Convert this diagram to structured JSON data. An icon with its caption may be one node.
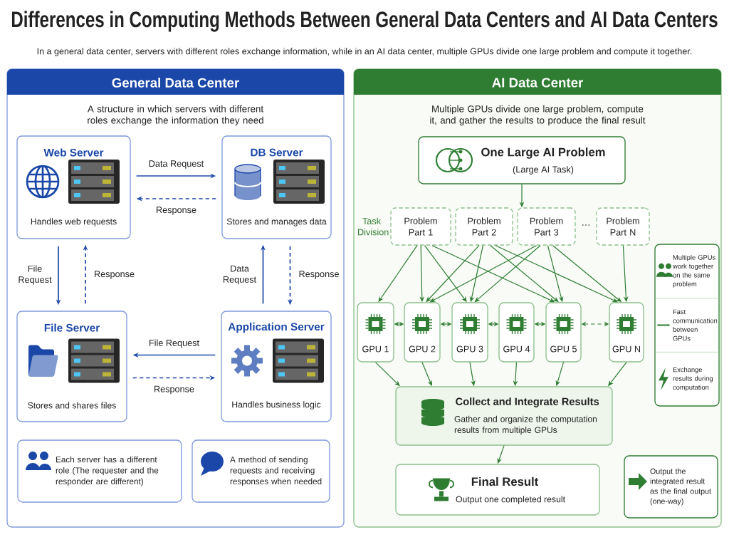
{
  "diagram": {
    "title": "Differences in Computing Methods Between General Data Centers and AI Data Centers",
    "nodes": [
      {
        "text": [
          "General Data Center",
          "A structure in which servers with different roles exchange the information they need"
        ]
      },
      {
        "text": [
          "Web Server",
          "Handles web requests"
        ],
        "in": 0
      },
      {
        "text": [
          "DB Server",
          "Stores and manages data"
        ],
        "in": 0
      },
      {
        "text": [
          "File Server",
          "Stores and shares files"
        ],
        "in": 0
      },
      {
        "text": [
          "Application Server",
          "Handles business logic"
        ],
        "in": 0
      },
      {
        "text": [
          "Each server has a different role (The requester and the responder are different)"
        ],
        "in": 0
      },
      {
        "text": [
          "A method of sending requests and receiving responses when needed"
        ],
        "in": 0
      },
      {
        "text": [
          "AI Data Center",
          "Multiple GPUs divide one large problem, compute it, and gather the results to produce the final result"
        ]
      },
      {
        "text": [
          "One Large AI Problem",
          "(Large AI Task)"
        ],
        "in": 7
      },
      {
        "text": [
          "Problem Part 1"
        ],
        "in": 7,
        "beside": [
          "Task Division"
        ]
      },
      {
        "text": [
          "Problem Part 2"
        ],
        "in": 7
      },
      {
        "text": [
          "Problem Part 3"
        ],
        "in": 7
      },
      {
        "text": [
          "Problem Part N"
        ],
        "in": 7
      },
      {
        "text": [
          "GPU 1"
        ],
        "in": 7
      },
      {
        "text": [
          "GPU 2"
        ],
        "in": 7
      },
      {
        "text": [
          "GPU 3"
        ],
        "in": 7
      },
      {
        "text": [
          "GPU 4"
        ],
        "in": 7
      },
      {
        "text": [
          "GPU 5"
        ],
        "in": 7
      },
      {
        "text": [
          "GPU N"
        ],
        "in": 7
      },
      {
        "text": [
          "Collect and Integrate Results",
          "Gather and organize the computation results from multiple GPUs"
        ],
        "in": 7
      },
      {
        "text": [
          "Final Result",
          "Output one completed result"
        ],
        "in": 7
      },
      {
        "text": [
          "Multiple GPUs work together on the same problem",
          "Fast communication between GPUs",
          "Exchange results during computation"
        ],
        "in": 7
      },
      {
        "text": [
          "Output the integrated result as the final output (one-way)"
        ],
        "in": 7
      }
    ],
    "edges": [
      {
        "from": 1,
        "to": 2,
        "arrow": "to",
        "label": "Data Request",
        "color": "#1f4aa8"
      },
      {
        "from": 2,
        "to": 1,
        "arrow": "to",
        "label": "Response",
        "style": "dashed",
        "color": "#1f4aa8"
      },
      {
        "from": 1,
        "to": 3,
        "arrow": "to",
        "label": "File Request",
        "color": "#1f4aa8"
      },
      {
        "from": 3,
        "to": 1,
        "arrow": "to",
        "label": "Response",
        "style": "dashed",
        "color": "#1f4aa8"
      },
      {
        "from": 4,
        "to": 2,
        "arrow": "to",
        "label": "Data Request",
        "color": "#1f4aa8"
      },
      {
        "from": 2,
        "to": 4,
        "arrow": "to",
        "label": "Response",
        "style": "dashed",
        "color": "#1f4aa8"
      },
      {
        "from": 4,
        "to": 3,
        "arrow": "to",
        "label": "File Request",
        "color": "#1f4aa8"
      },
      {
        "from": 3,
        "to": 4,
        "arrow": "to",
        "label": "Response",
        "style": "dashed",
        "color": "#1f4aa8"
      },
      {
        "from": 8,
        "to": 11,
        "arrow": "to"
      },
      {
        "from": 9,
        "to": 13,
        "arrow": "to"
      },
      {
        "from": 9,
        "to": 14,
        "arrow": "to"
      },
      {
        "from": 9,
        "to": 15,
        "arrow": "to"
      },
      {
        "from": 9,
        "to": 17,
        "arrow": "to"
      },
      {
        "from": 10,
        "to": 14,
        "arrow": "to"
      },
      {
        "from": 10,
        "to": 15,
        "arrow": "to"
      },
      {
        "from": 10,
        "to": 17,
        "arrow": "to"
      },
      {
        "from": 10,
        "to": 18,
        "arrow": "to"
      },
      {
        "from": 11,
        "to": 14,
        "arrow": "to"
      },
      {
        "from": 11,
        "to": 15,
        "arrow": "to"
      },
      {
        "from": 11,
        "to": 17,
        "arrow": "to"
      },
      {
        "from": 11,
        "to": 18,
        "arrow": "to"
      },
      {
        "from": 12,
        "to": 18,
        "arrow": "to"
      },
      {
        "from": 13,
        "to": 14,
        "arrow": "both"
      },
      {
        "from": 14,
        "to": 15,
        "arrow": "both"
      },
      {
        "from": 15,
        "to": 16,
        "arrow": "both"
      },
      {
        "from": 16,
        "to": 17,
        "arrow": "both"
      },
      {
        "from": 17,
        "to": 18,
        "arrow": "both",
        "style": "dashed"
      },
      {
        "from": 13,
        "to": 19,
        "arrow": "to"
      },
      {
        "from": 14,
        "to": 19,
        "arrow": "to"
      },
      {
        "from": 15,
        "to": 19,
        "arrow": "to"
      },
      {
        "from": 16,
        "to": 19,
        "arrow": "to"
      },
      {
        "from": 17,
        "to": 19,
        "arrow": "to"
      },
      {
        "from": 18,
        "to": 19,
        "arrow": "to"
      },
      {
        "from": 19,
        "to": 20,
        "arrow": "to"
      }
    ],
    "labels": [
      "In a general data center, servers with different roles exchange information, while in an AI data center, multiple GPUs divide one large problem and compute it together.",
      "…"
    ]
  }
}
